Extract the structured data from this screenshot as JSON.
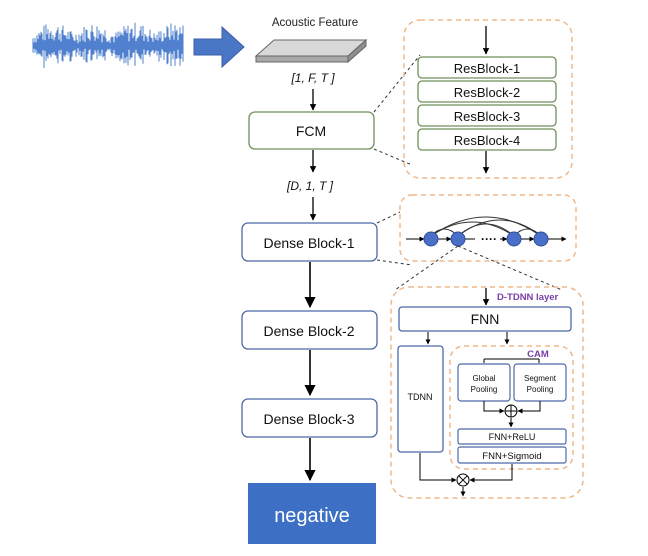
{
  "input": {
    "feature_label": "Acoustic Feature",
    "shape_in": "[1, F, T ]",
    "shape_out": "[D, 1, T ]"
  },
  "main_flow": {
    "fcm": "FCM",
    "dense_blocks": [
      "Dense Block-1",
      "Dense Block-2",
      "Dense Block-3"
    ],
    "output": "negative"
  },
  "fcm_detail": {
    "resblocks": [
      "ResBlock-1",
      "ResBlock-2",
      "ResBlock-3",
      "ResBlock-4"
    ]
  },
  "dense_detail": {
    "ellipsis": "····"
  },
  "dtdnn_detail": {
    "title": "D-TDNN layer",
    "fnn": "FNN",
    "tdnn": "TDNN",
    "cam": {
      "title": "CAM",
      "global_pooling": [
        "Global",
        "Pooling"
      ],
      "segment_pooling": [
        "Segment",
        "Pooling"
      ],
      "fnn_relu": "FNN+ReLU",
      "fnn_sigmoid": "FNN+Sigmoid"
    }
  },
  "colors": {
    "green_border": "#6f8f5a",
    "blue_border": "#4e69a8",
    "dashed_orange": "#f0b88a",
    "purple_text": "#7a3fa8",
    "output_fill": "#3d6fc4",
    "node_fill": "#4a6fc9",
    "arrow_fill": "#4a76c6",
    "waveform": "#3d73c9"
  }
}
